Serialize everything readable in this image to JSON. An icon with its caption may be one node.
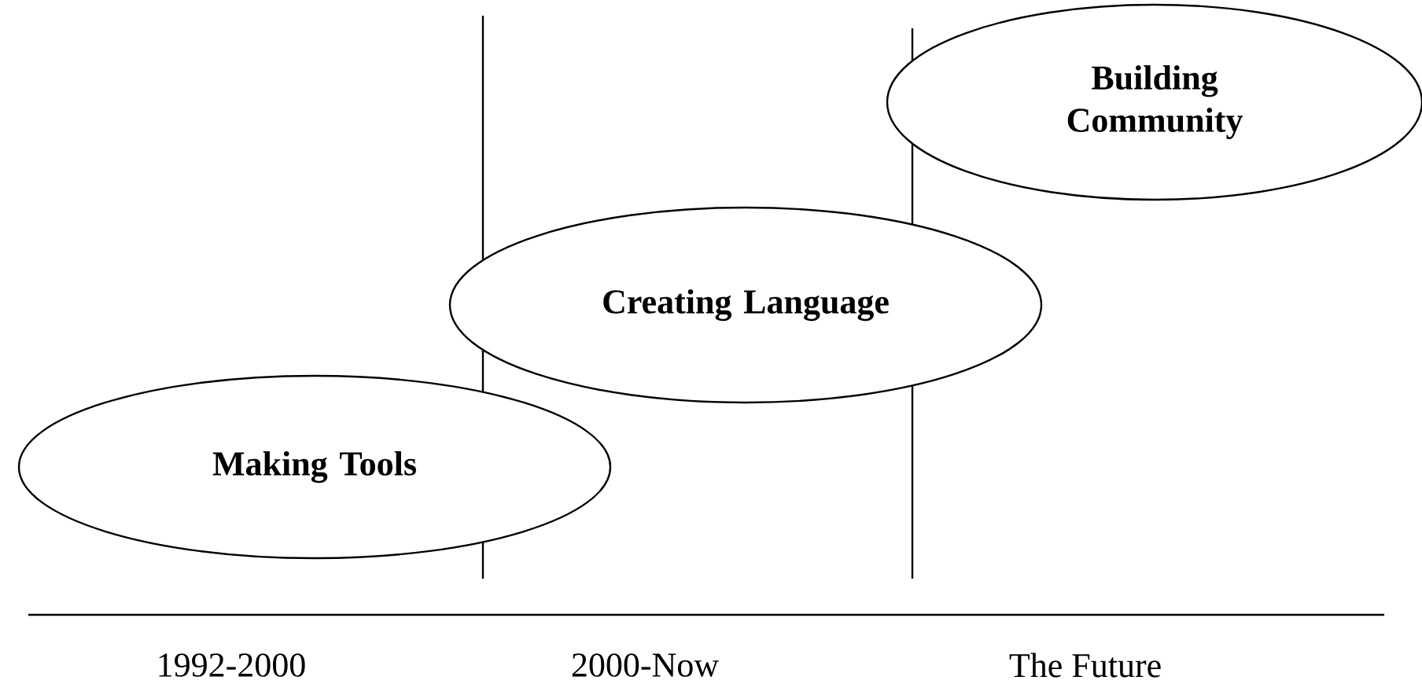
{
  "diagram": {
    "nodes": [
      {
        "text": [
          "Making Tools"
        ]
      },
      {
        "text": [
          "Creating Language"
        ]
      },
      {
        "text": [
          "Building Community"
        ]
      }
    ],
    "labels": [
      "1992-2000",
      "2000-Now",
      "The Future"
    ]
  }
}
